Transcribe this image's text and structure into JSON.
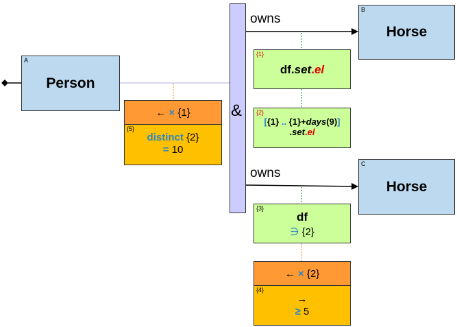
{
  "person": {
    "corner": "A",
    "label": "Person"
  },
  "horse_b": {
    "corner": "B",
    "label": "Horse"
  },
  "horse_c": {
    "corner": "C",
    "label": "Horse"
  },
  "and_bar": {
    "symbol": "&"
  },
  "edge_top": {
    "label": "owns"
  },
  "edge_bottom": {
    "label": "owns"
  },
  "person_constraint": {
    "head_arrow": "←",
    "head_cross": "×",
    "head_ref": "{1}",
    "tag": "{5}",
    "keyword": "distinct",
    "ref": "{2}",
    "eq": "=",
    "value": "10"
  },
  "box1": {
    "tag": "{1}",
    "text_df": "df",
    "dot1": ".",
    "text_set": "set",
    "dot2": ".",
    "text_el": "el"
  },
  "box2": {
    "tag": "{2}",
    "open": "[",
    "a": "{1}",
    "range": "..",
    "b": "{1}",
    "plus": "+",
    "fn": "days",
    "arg": "(9)",
    "close": "]",
    "dot1": ".",
    "set": "set",
    "dot2": ".",
    "el": "el"
  },
  "box3": {
    "tag": "{3}",
    "title": "df",
    "sym": "∋",
    "ref": "{2}"
  },
  "box4": {
    "head_arrow": "←",
    "head_cross": "×",
    "head_ref": "{2}",
    "tag": "{4}",
    "arrow": "→",
    "cmp": "≥",
    "value": "5"
  },
  "colors": {
    "entity": "#bcd9ef",
    "green": "#ccff99",
    "orange": "#ff9933",
    "yellow": "#ffc000",
    "bar": "#ccccff",
    "accent_blue": "#2e86c1",
    "accent_red": "#e00000"
  }
}
